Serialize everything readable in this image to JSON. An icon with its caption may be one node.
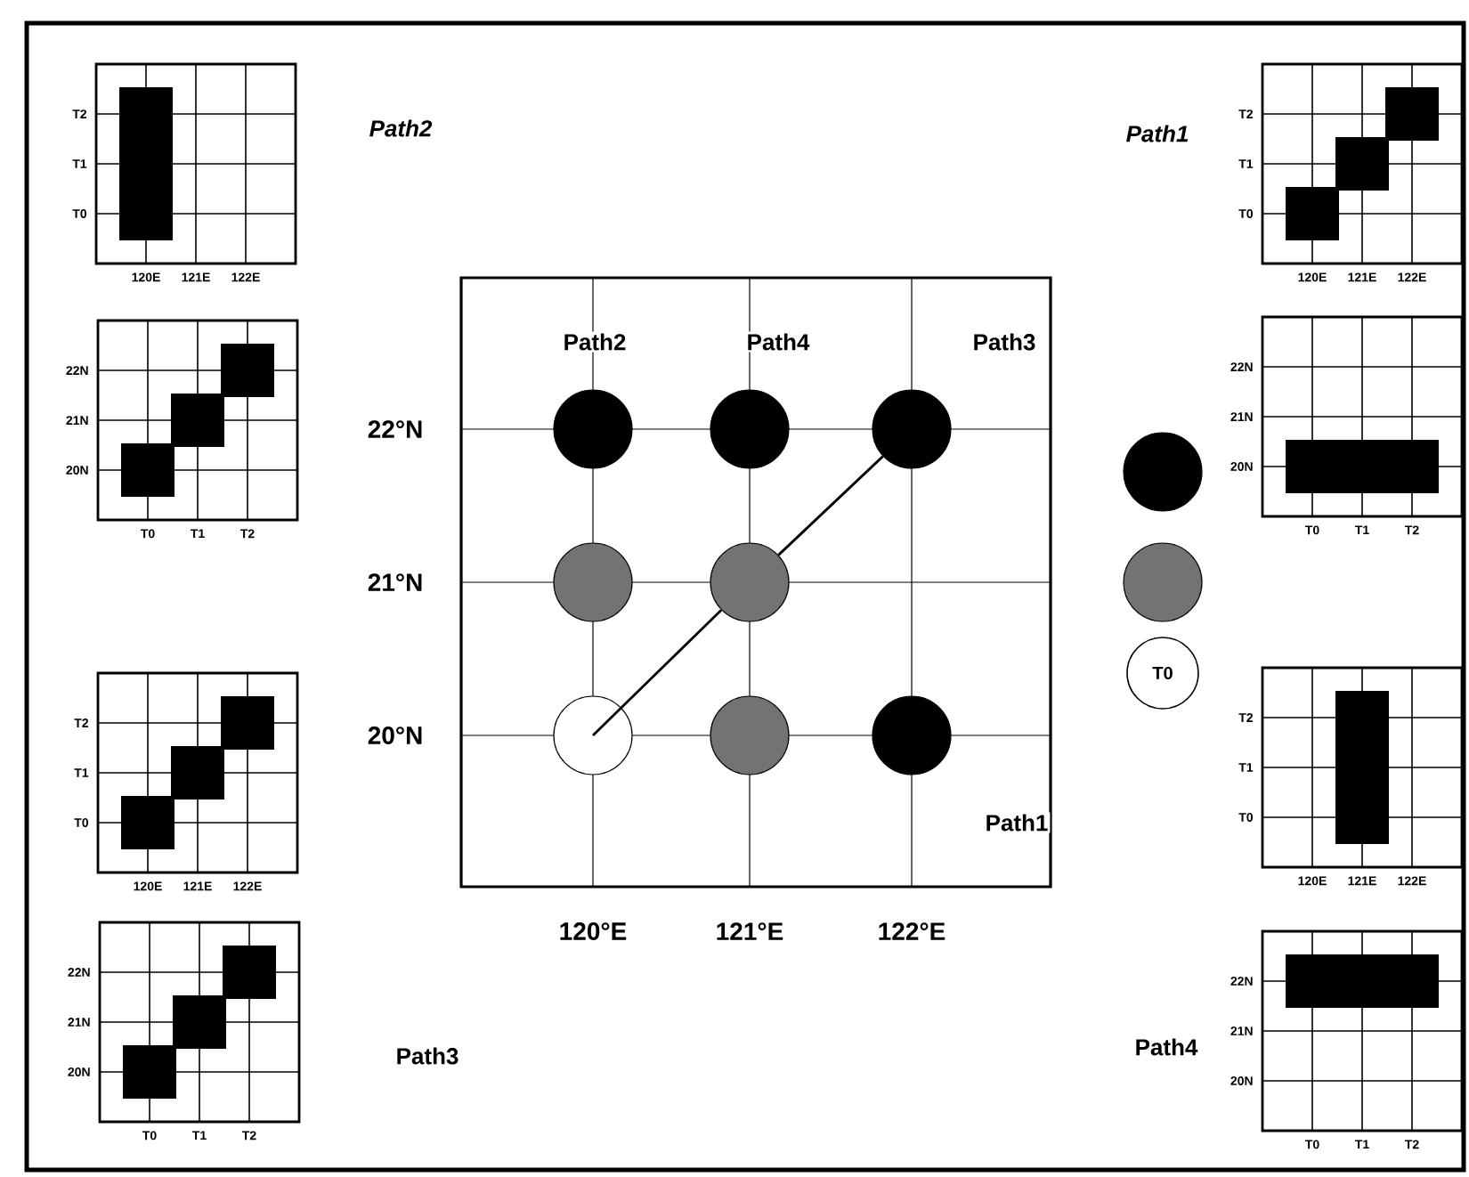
{
  "diagram": {
    "nodes": [
      {
        "text": [],
        "shape": "circle"
      },
      {
        "text": [],
        "shape": "circle"
      },
      {
        "text": [],
        "shape": "circle"
      },
      {
        "text": [],
        "shape": "circle"
      },
      {
        "text": [],
        "shape": "circle"
      },
      {
        "text": [],
        "shape": "circle"
      },
      {
        "text": [],
        "shape": "circle"
      },
      {
        "text": [],
        "shape": "circle"
      },
      {
        "text": [],
        "shape": "circle"
      },
      {
        "text": [],
        "shape": "circle"
      },
      {
        "text": [
          "T0"
        ]
      }
    ],
    "edges": [
      {
        "from": 5,
        "to": 4,
        "arrow": "none"
      },
      {
        "from": 4,
        "to": 2,
        "arrow": "none"
      }
    ],
    "labels": [
      "Path2",
      "Path1",
      "Path2",
      "Path4",
      "Path3",
      "22°N",
      "21°N",
      "20°N",
      "Path1",
      "120°E",
      "121°E",
      "122°E",
      "Path3",
      "Path4",
      "T2",
      "T1",
      "T0",
      "120E",
      "121E",
      "122E",
      "22N",
      "21N",
      "20N",
      "T0",
      "T1",
      "T2",
      "T2",
      "T1",
      "T0",
      "120E",
      "121E",
      "122E",
      "22N",
      "21N",
      "20N",
      "T0",
      "T1",
      "T2",
      "T2",
      "T1",
      "T0",
      "120E",
      "121E",
      "122E",
      "22N",
      "21N",
      "20N",
      "T0",
      "T1",
      "T2",
      "T2",
      "T1",
      "T0",
      "120E",
      "121E",
      "122E",
      "22N",
      "21N",
      "20N",
      "T0",
      "T1",
      "T2"
    ]
  }
}
